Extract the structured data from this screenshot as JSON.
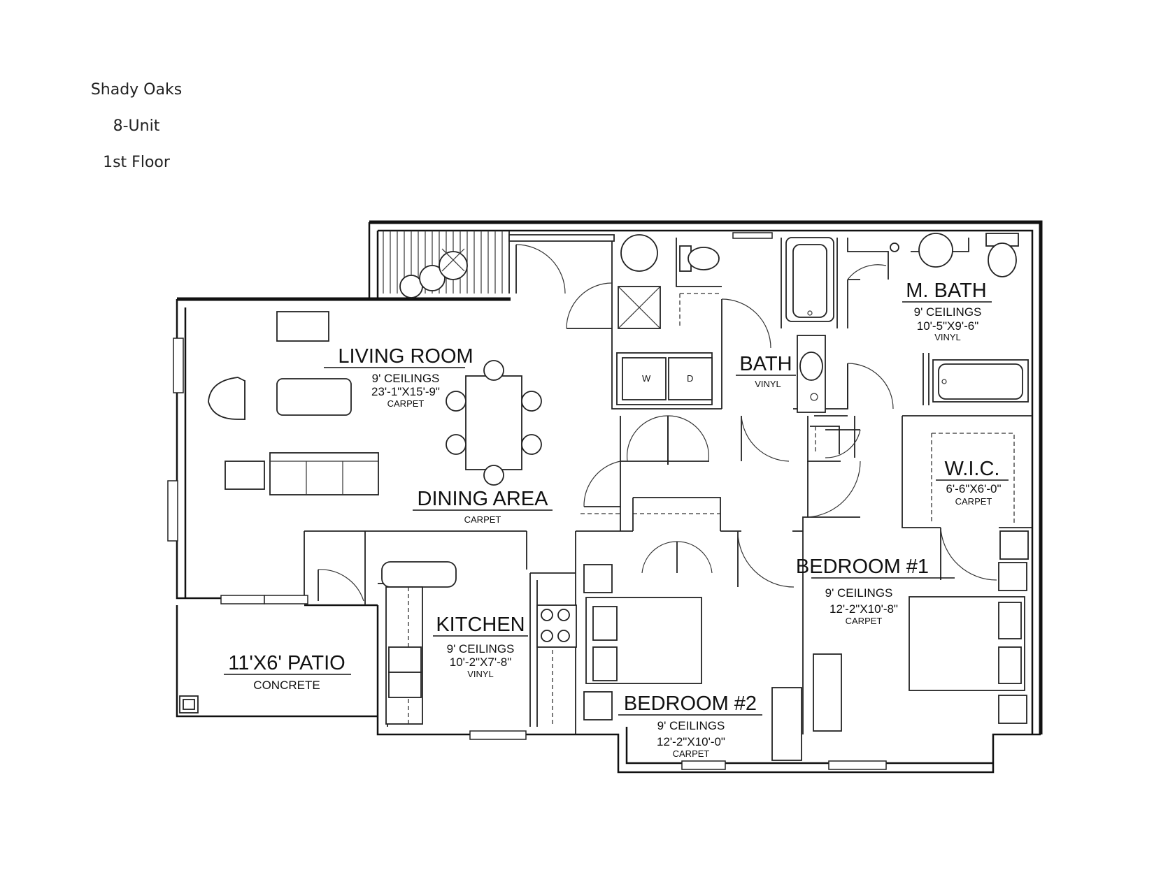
{
  "header": {
    "property": "Shady Oaks",
    "unit": "8-Unit",
    "floor": "1st Floor"
  },
  "rooms": {
    "living": {
      "name": "LIVING ROOM",
      "ceilings": "9' CEILINGS",
      "dims": "23'-1\"X15'-9\"",
      "floor": "CARPET"
    },
    "dining": {
      "name": "DINING AREA",
      "floor": "CARPET"
    },
    "kitchen": {
      "name": "KITCHEN",
      "ceilings": "9' CEILINGS",
      "dims": "10'-2\"X7'-8\"",
      "floor": "VINYL"
    },
    "patio": {
      "name": "11'X6' PATIO",
      "floor": "CONCRETE"
    },
    "bath": {
      "name": "BATH",
      "floor": "VINYL"
    },
    "mbath": {
      "name": "M. BATH",
      "ceilings": "9' CEILINGS",
      "dims": "10'-5\"X9'-6\"",
      "floor": "VINYL"
    },
    "wic": {
      "name": "W.I.C.",
      "dims": "6'-6\"X6'-0\"",
      "floor": "CARPET"
    },
    "bed1": {
      "name": "BEDROOM #1",
      "ceilings": "9' CEILINGS",
      "dims": "12'-2\"X10'-8\"",
      "floor": "CARPET"
    },
    "bed2": {
      "name": "BEDROOM #2",
      "ceilings": "9' CEILINGS",
      "dims": "12'-2\"X10'-0\"",
      "floor": "CARPET"
    }
  },
  "appliances": {
    "washer": "W",
    "dryer": "D"
  }
}
